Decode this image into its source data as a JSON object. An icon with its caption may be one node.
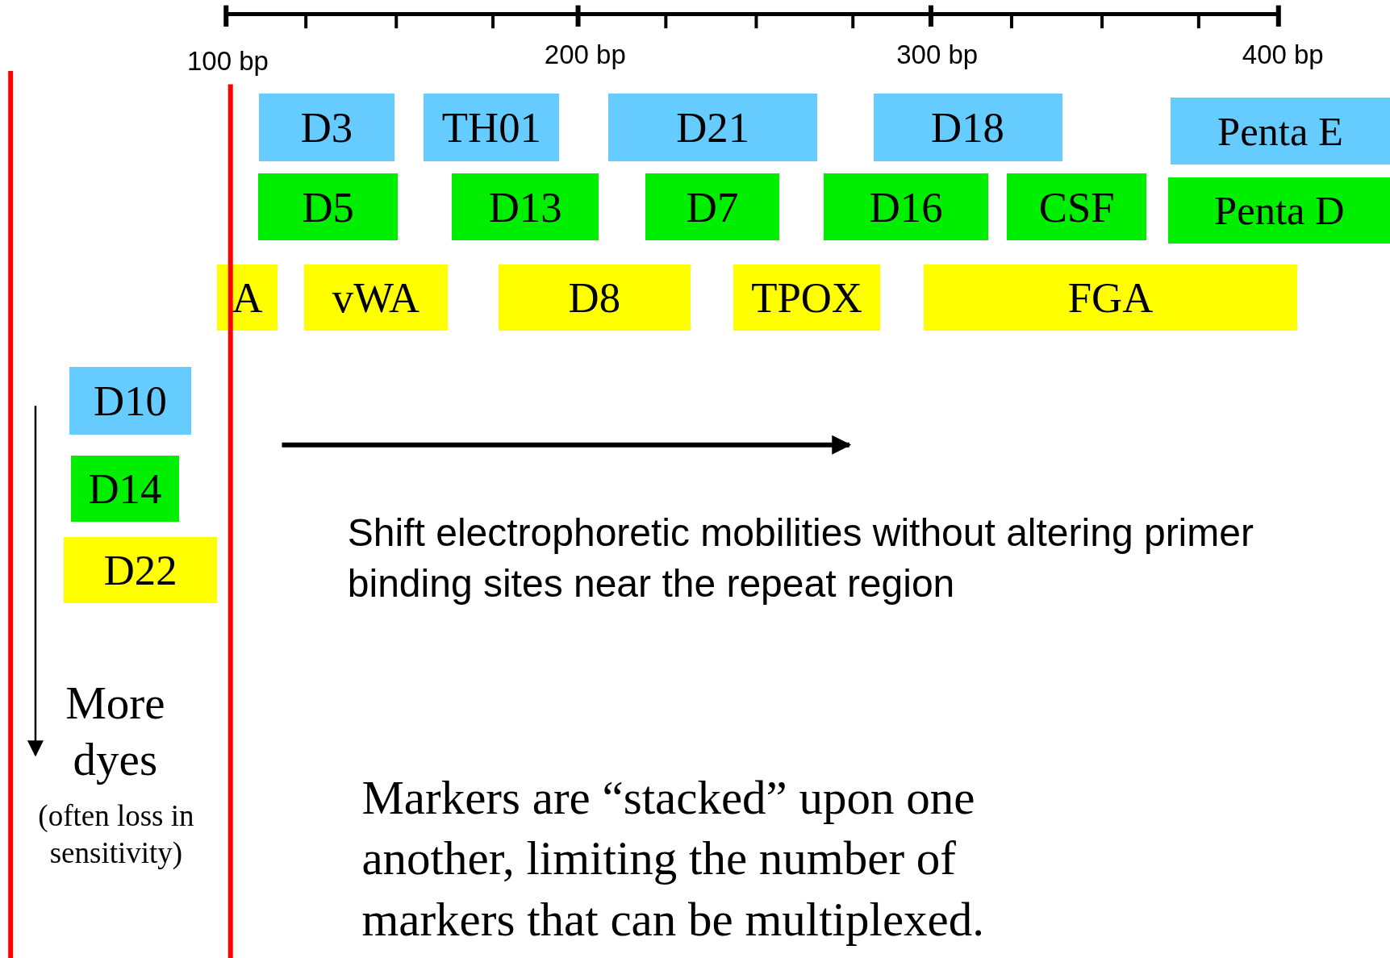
{
  "diagram": {
    "nodes": [
      {
        "text": [
          "D3"
        ]
      },
      {
        "text": [
          "TH01"
        ]
      },
      {
        "text": [
          "D21"
        ]
      },
      {
        "text": [
          "D18"
        ]
      },
      {
        "text": [
          "Penta E"
        ]
      },
      {
        "text": [
          "D5"
        ]
      },
      {
        "text": [
          "D13"
        ]
      },
      {
        "text": [
          "D7"
        ]
      },
      {
        "text": [
          "D16"
        ]
      },
      {
        "text": [
          "CSF"
        ]
      },
      {
        "text": [
          "Penta D"
        ]
      },
      {
        "text": [
          "A"
        ]
      },
      {
        "text": [
          "vWA"
        ]
      },
      {
        "text": [
          "D8"
        ]
      },
      {
        "text": [
          "TPOX"
        ]
      },
      {
        "text": [
          "FGA"
        ]
      },
      {
        "text": [
          "D10"
        ]
      },
      {
        "text": [
          "D14"
        ]
      },
      {
        "text": [
          "D22"
        ]
      }
    ],
    "labels": [
      "100 bp",
      "200 bp",
      "300 bp",
      "400 bp",
      "Shift electrophoretic mobilities without altering primer binding sites near the repeat region",
      "More dyes",
      "(often loss in sensitivity)",
      "Markers are “stacked” upon one another, limiting the number of markers that can be multiplexed."
    ]
  }
}
